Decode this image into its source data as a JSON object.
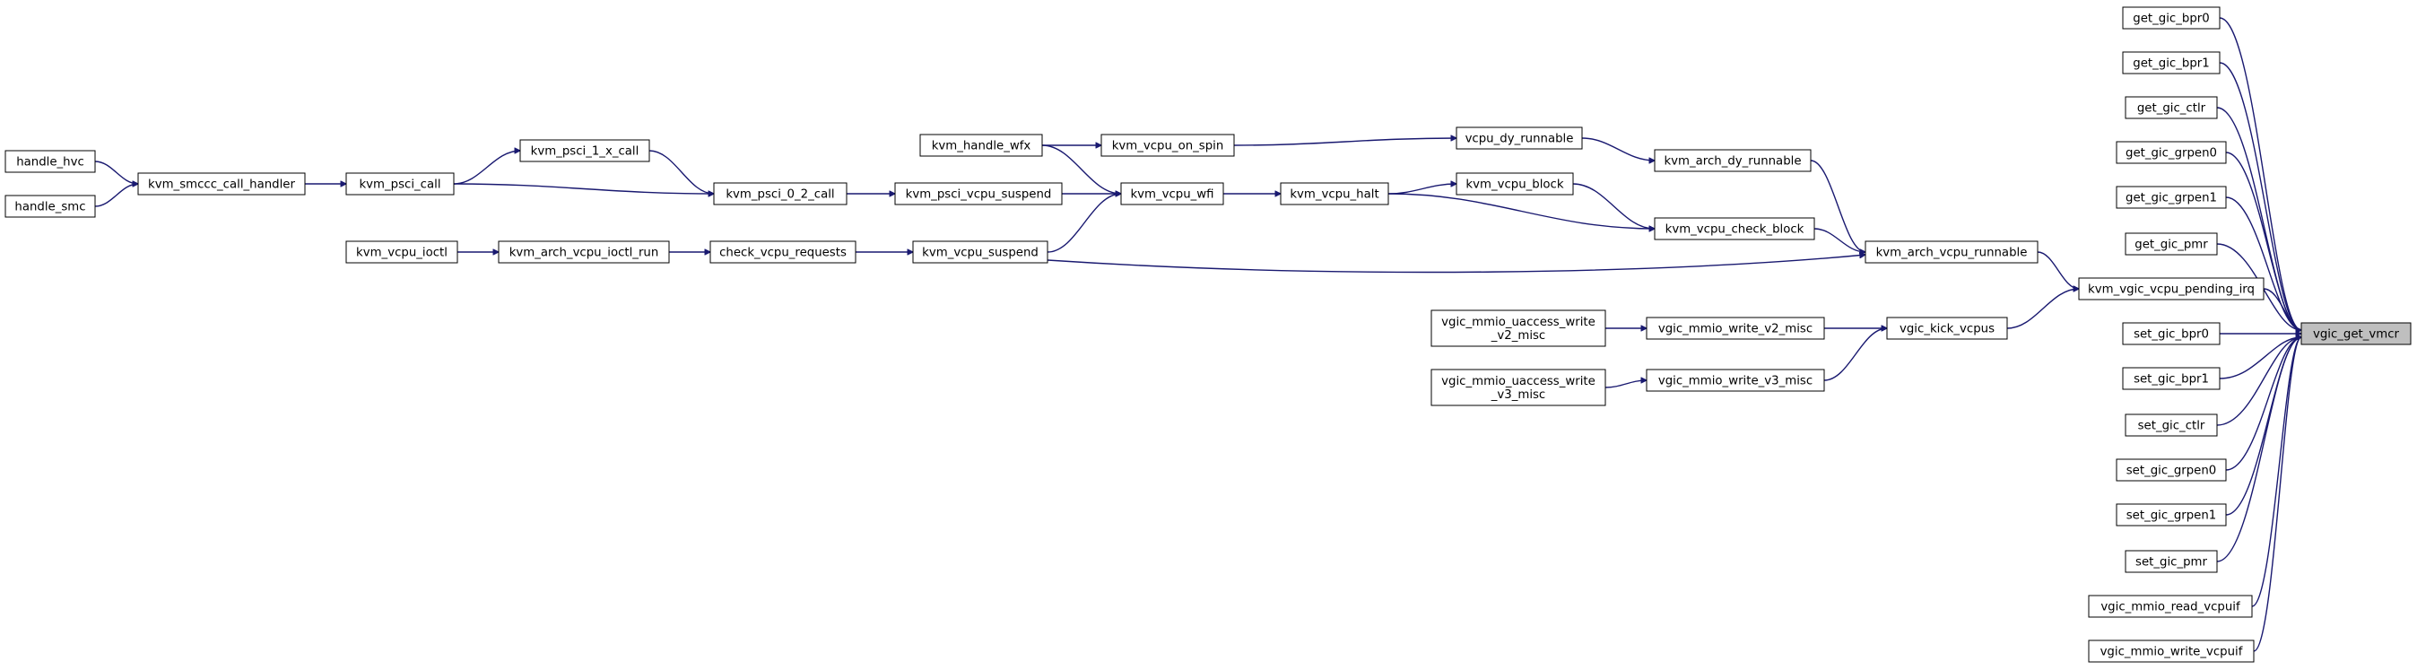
{
  "graph": {
    "root": "vgic_get_vmcr",
    "colors": {
      "edge": "#191970",
      "root_fill": "#bfbfbf",
      "node_fill": "#ffffff",
      "border": "#000000"
    },
    "nodes": [
      {
        "id": "handle_hvc",
        "label": [
          "handle_hvc"
        ]
      },
      {
        "id": "handle_smc",
        "label": [
          "handle_smc"
        ]
      },
      {
        "id": "kvm_smccc_call_handler",
        "label": [
          "kvm_smccc_call_handler"
        ]
      },
      {
        "id": "kvm_psci_call",
        "label": [
          "kvm_psci_call"
        ]
      },
      {
        "id": "kvm_psci_1_x_call",
        "label": [
          "kvm_psci_1_x_call"
        ]
      },
      {
        "id": "kvm_psci_0_2_call",
        "label": [
          "kvm_psci_0_2_call"
        ]
      },
      {
        "id": "kvm_psci_vcpu_suspend",
        "label": [
          "kvm_psci_vcpu_suspend"
        ]
      },
      {
        "id": "kvm_handle_wfx",
        "label": [
          "kvm_handle_wfx"
        ]
      },
      {
        "id": "kvm_vcpu_on_spin",
        "label": [
          "kvm_vcpu_on_spin"
        ]
      },
      {
        "id": "kvm_vcpu_wfi",
        "label": [
          "kvm_vcpu_wfi"
        ]
      },
      {
        "id": "kvm_vcpu_halt",
        "label": [
          "kvm_vcpu_halt"
        ]
      },
      {
        "id": "kvm_vcpu_block",
        "label": [
          "kvm_vcpu_block"
        ]
      },
      {
        "id": "vcpu_dy_runnable",
        "label": [
          "vcpu_dy_runnable"
        ]
      },
      {
        "id": "kvm_arch_dy_runnable",
        "label": [
          "kvm_arch_dy_runnable"
        ]
      },
      {
        "id": "kvm_vcpu_check_block",
        "label": [
          "kvm_vcpu_check_block"
        ]
      },
      {
        "id": "kvm_vcpu_ioctl",
        "label": [
          "kvm_vcpu_ioctl"
        ]
      },
      {
        "id": "kvm_arch_vcpu_ioctl_run",
        "label": [
          "kvm_arch_vcpu_ioctl_run"
        ]
      },
      {
        "id": "check_vcpu_requests",
        "label": [
          "check_vcpu_requests"
        ]
      },
      {
        "id": "kvm_vcpu_suspend",
        "label": [
          "kvm_vcpu_suspend"
        ]
      },
      {
        "id": "kvm_arch_vcpu_runnable",
        "label": [
          "kvm_arch_vcpu_runnable"
        ]
      },
      {
        "id": "vgic_mmio_uaccess_write_v2_misc",
        "label": [
          "vgic_mmio_uaccess_write",
          "_v2_misc"
        ]
      },
      {
        "id": "vgic_mmio_uaccess_write_v3_misc",
        "label": [
          "vgic_mmio_uaccess_write",
          "_v3_misc"
        ]
      },
      {
        "id": "vgic_mmio_write_v2_misc",
        "label": [
          "vgic_mmio_write_v2_misc"
        ]
      },
      {
        "id": "vgic_mmio_write_v3_misc",
        "label": [
          "vgic_mmio_write_v3_misc"
        ]
      },
      {
        "id": "vgic_kick_vcpus",
        "label": [
          "vgic_kick_vcpus"
        ]
      },
      {
        "id": "kvm_vgic_vcpu_pending_irq",
        "label": [
          "kvm_vgic_vcpu_pending_irq"
        ]
      },
      {
        "id": "get_gic_bpr0",
        "label": [
          "get_gic_bpr0"
        ]
      },
      {
        "id": "get_gic_bpr1",
        "label": [
          "get_gic_bpr1"
        ]
      },
      {
        "id": "get_gic_ctlr",
        "label": [
          "get_gic_ctlr"
        ]
      },
      {
        "id": "get_gic_grpen0",
        "label": [
          "get_gic_grpen0"
        ]
      },
      {
        "id": "get_gic_grpen1",
        "label": [
          "get_gic_grpen1"
        ]
      },
      {
        "id": "get_gic_pmr",
        "label": [
          "get_gic_pmr"
        ]
      },
      {
        "id": "set_gic_bpr0",
        "label": [
          "set_gic_bpr0"
        ]
      },
      {
        "id": "set_gic_bpr1",
        "label": [
          "set_gic_bpr1"
        ]
      },
      {
        "id": "set_gic_ctlr",
        "label": [
          "set_gic_ctlr"
        ]
      },
      {
        "id": "set_gic_grpen0",
        "label": [
          "set_gic_grpen0"
        ]
      },
      {
        "id": "set_gic_grpen1",
        "label": [
          "set_gic_grpen1"
        ]
      },
      {
        "id": "set_gic_pmr",
        "label": [
          "set_gic_pmr"
        ]
      },
      {
        "id": "vgic_mmio_read_vcpuif",
        "label": [
          "vgic_mmio_read_vcpuif"
        ]
      },
      {
        "id": "vgic_mmio_write_vcpuif",
        "label": [
          "vgic_mmio_write_vcpuif"
        ]
      },
      {
        "id": "vgic_get_vmcr",
        "label": [
          "vgic_get_vmcr"
        ]
      }
    ],
    "edges": [
      [
        "handle_hvc",
        "kvm_smccc_call_handler"
      ],
      [
        "handle_smc",
        "kvm_smccc_call_handler"
      ],
      [
        "kvm_smccc_call_handler",
        "kvm_psci_call"
      ],
      [
        "kvm_psci_call",
        "kvm_psci_1_x_call"
      ],
      [
        "kvm_psci_call",
        "kvm_psci_0_2_call"
      ],
      [
        "kvm_psci_1_x_call",
        "kvm_psci_0_2_call"
      ],
      [
        "kvm_psci_0_2_call",
        "kvm_psci_vcpu_suspend"
      ],
      [
        "kvm_psci_vcpu_suspend",
        "kvm_vcpu_wfi"
      ],
      [
        "kvm_handle_wfx",
        "kvm_vcpu_on_spin"
      ],
      [
        "kvm_handle_wfx",
        "kvm_vcpu_wfi"
      ],
      [
        "kvm_vcpu_on_spin",
        "vcpu_dy_runnable"
      ],
      [
        "vcpu_dy_runnable",
        "kvm_arch_dy_runnable"
      ],
      [
        "kvm_vcpu_wfi",
        "kvm_vcpu_halt"
      ],
      [
        "kvm_vcpu_halt",
        "kvm_vcpu_block"
      ],
      [
        "kvm_vcpu_halt",
        "kvm_vcpu_check_block"
      ],
      [
        "kvm_vcpu_block",
        "kvm_vcpu_check_block"
      ],
      [
        "kvm_vcpu_ioctl",
        "kvm_arch_vcpu_ioctl_run"
      ],
      [
        "kvm_arch_vcpu_ioctl_run",
        "check_vcpu_requests"
      ],
      [
        "check_vcpu_requests",
        "kvm_vcpu_suspend"
      ],
      [
        "kvm_vcpu_suspend",
        "kvm_vcpu_wfi"
      ],
      [
        "kvm_vcpu_suspend",
        "kvm_arch_vcpu_runnable"
      ],
      [
        "kvm_arch_dy_runnable",
        "kvm_arch_vcpu_runnable"
      ],
      [
        "kvm_vcpu_check_block",
        "kvm_arch_vcpu_runnable"
      ],
      [
        "kvm_arch_vcpu_runnable",
        "kvm_vgic_vcpu_pending_irq"
      ],
      [
        "vgic_mmio_uaccess_write_v2_misc",
        "vgic_mmio_write_v2_misc"
      ],
      [
        "vgic_mmio_uaccess_write_v3_misc",
        "vgic_mmio_write_v3_misc"
      ],
      [
        "vgic_mmio_write_v2_misc",
        "vgic_kick_vcpus"
      ],
      [
        "vgic_mmio_write_v3_misc",
        "vgic_kick_vcpus"
      ],
      [
        "vgic_kick_vcpus",
        "kvm_vgic_vcpu_pending_irq"
      ],
      [
        "kvm_vgic_vcpu_pending_irq",
        "vgic_get_vmcr"
      ],
      [
        "get_gic_bpr0",
        "vgic_get_vmcr"
      ],
      [
        "get_gic_bpr1",
        "vgic_get_vmcr"
      ],
      [
        "get_gic_ctlr",
        "vgic_get_vmcr"
      ],
      [
        "get_gic_grpen0",
        "vgic_get_vmcr"
      ],
      [
        "get_gic_grpen1",
        "vgic_get_vmcr"
      ],
      [
        "get_gic_pmr",
        "vgic_get_vmcr"
      ],
      [
        "set_gic_bpr0",
        "vgic_get_vmcr"
      ],
      [
        "set_gic_bpr1",
        "vgic_get_vmcr"
      ],
      [
        "set_gic_ctlr",
        "vgic_get_vmcr"
      ],
      [
        "set_gic_grpen0",
        "vgic_get_vmcr"
      ],
      [
        "set_gic_grpen1",
        "vgic_get_vmcr"
      ],
      [
        "set_gic_pmr",
        "vgic_get_vmcr"
      ],
      [
        "vgic_mmio_read_vcpuif",
        "vgic_get_vmcr"
      ],
      [
        "vgic_mmio_write_vcpuif",
        "vgic_get_vmcr"
      ]
    ]
  }
}
